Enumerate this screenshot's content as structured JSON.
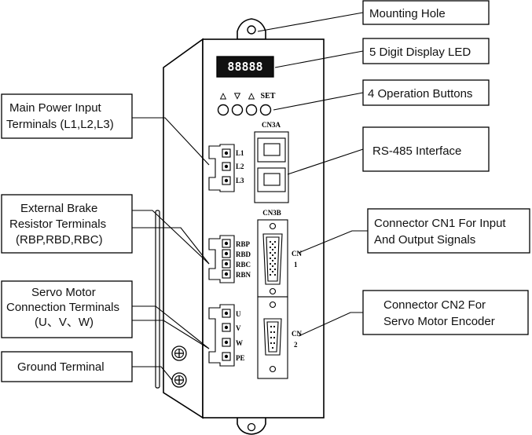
{
  "callouts": {
    "mounting_hole": "Mounting Hole",
    "display_led": "5 Digit Display LED",
    "operation_buttons": "4 Operation Buttons",
    "main_power_line1": "Main Power Input",
    "main_power_line2": "Terminals (L1,L2,L3)",
    "rs485": "RS-485 Interface",
    "brake_line1": "External Brake",
    "brake_line2": "Resistor  Terminals",
    "brake_line3": "(RBP,RBD,RBC)",
    "cn1_line1": "Connector CN1 For Input",
    "cn1_line2": "And Output Signals",
    "motor_line1": "Servo Motor",
    "motor_line2": "Connection Terminals",
    "motor_line3": "(U、V、W)",
    "cn2_line1": "Connector CN2 For",
    "cn2_line2": "Servo Motor Encoder",
    "ground": "Ground Terminal"
  },
  "device": {
    "display_value": "88888",
    "button_symbols": [
      "△",
      "▽",
      "△",
      "SET"
    ],
    "cn3a_label": "CN3A",
    "cn3b_label": "CN3B",
    "cn1_label_a": "CN",
    "cn1_label_b": "1",
    "cn2_label_a": "CN",
    "cn2_label_b": "2",
    "power_pins": [
      "L1",
      "L2",
      "L3"
    ],
    "brake_pins": [
      "RBP",
      "RBD",
      "RBC",
      "RBN"
    ],
    "motor_pins": [
      "U",
      "V",
      "W",
      "PE"
    ]
  }
}
